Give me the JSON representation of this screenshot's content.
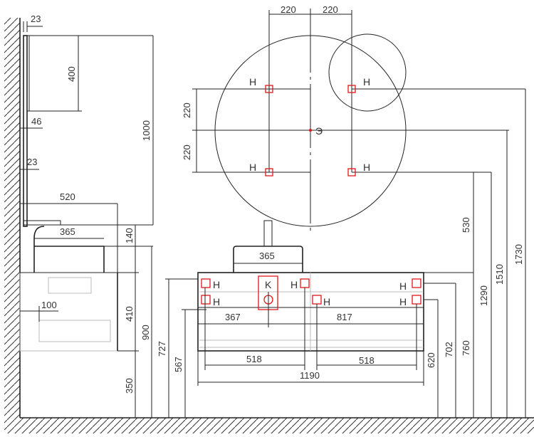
{
  "drawing": {
    "dimensions": {
      "mirror_offset_top": "23",
      "mirror_height_small": "400",
      "mirror_depth": "46",
      "mirror_offset_bottom": "23",
      "height_1000": "1000",
      "depth_520": "520",
      "basin_side": "365",
      "gap_140": "140",
      "cabinet_height": "410",
      "pipe_offset": "100",
      "height_900": "900",
      "floor_gap": "350",
      "height_727": "727",
      "height_567": "567",
      "spacing_left": "220",
      "spacing_right": "220",
      "vert_upper": "220",
      "vert_lower": "220",
      "height_530": "530",
      "height_1290": "1290",
      "height_1510": "1510",
      "height_1730": "1730",
      "basin_front": "365",
      "offset_367": "367",
      "offset_817": "817",
      "drawer_left": "518",
      "drawer_right": "518",
      "cabinet_width": "1190",
      "height_620": "620",
      "height_702": "702",
      "height_760": "760"
    },
    "markers": {
      "h": "H",
      "k": "K",
      "center": "Э"
    },
    "colors": {
      "marker": "#e01818",
      "line": "#222222"
    }
  }
}
